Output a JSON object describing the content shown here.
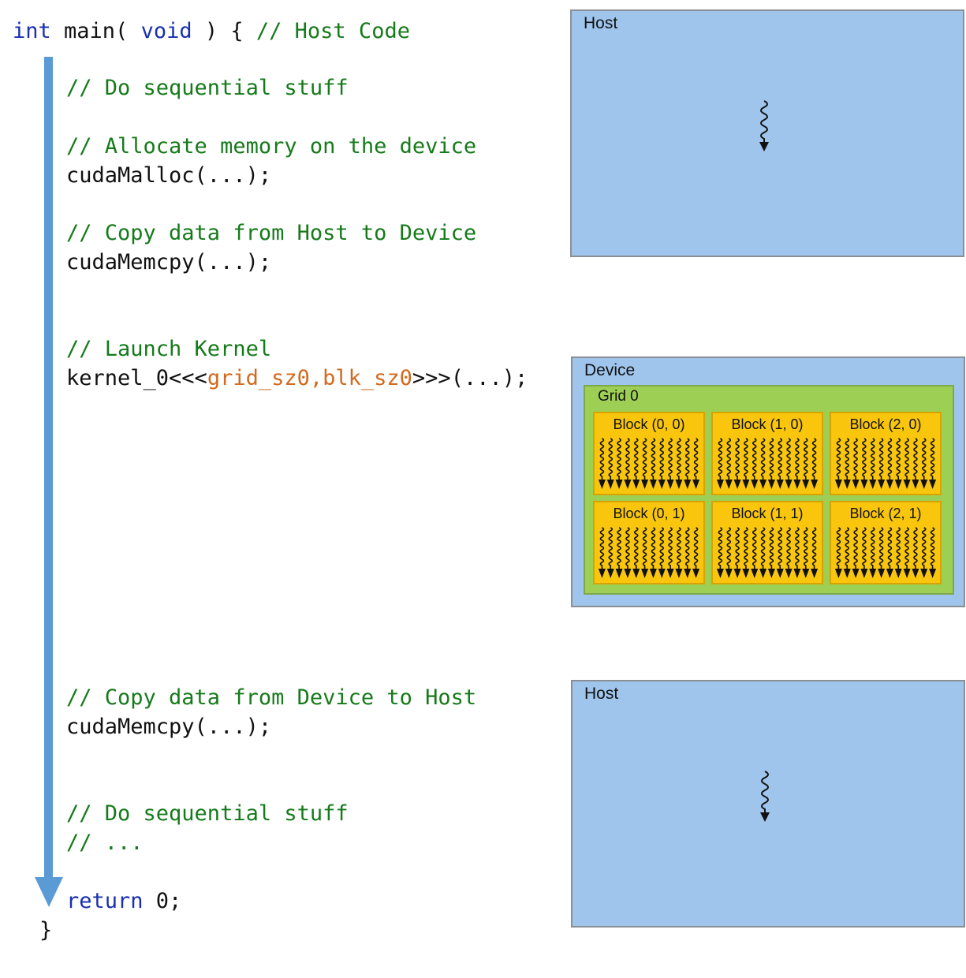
{
  "code": {
    "line_main_int": "int",
    "line_main_mid": " main( ",
    "line_main_void": "void",
    "line_main_end": " ) { ",
    "line_main_comment": "// Host Code",
    "c_seq1": "// Do sequential stuff",
    "c_alloc": "// Allocate memory on the device",
    "l_malloc": "cudaMalloc(...);",
    "c_copy_h2d": "// Copy data from Host to Device",
    "l_memcpy1": "cudaMemcpy(...);",
    "c_launch": "// Launch Kernel",
    "l_kernel_a": "kernel_0<<<",
    "l_kernel_grid": "grid_sz0",
    "l_kernel_comma": ",",
    "l_kernel_blk": "blk_sz0",
    "l_kernel_b": ">>>(...);",
    "c_copy_d2h": "// Copy data from Device to Host",
    "l_memcpy2": "cudaMemcpy(...);",
    "c_seq2": "// Do sequential stuff",
    "c_dots": "// ...",
    "l_return_kw": "return",
    "l_return_val": " 0;",
    "l_brace": "}"
  },
  "host_top": {
    "label": "Host"
  },
  "device": {
    "label": "Device",
    "grid_label": "Grid 0",
    "blocks": [
      "Block (0, 0)",
      "Block (1, 0)",
      "Block (2, 0)",
      "Block (0, 1)",
      "Block (1, 1)",
      "Block (2, 1)"
    ]
  },
  "host_bottom": {
    "label": "Host"
  },
  "colors": {
    "flow_arrow": "#5b9bd5",
    "host_panel": "#9fc5ec",
    "grid": "#9ccf53",
    "block": "#f9c60d",
    "keyword": "#1a2fb0",
    "comment": "#157a1a",
    "launch_args": "#d2691e"
  }
}
